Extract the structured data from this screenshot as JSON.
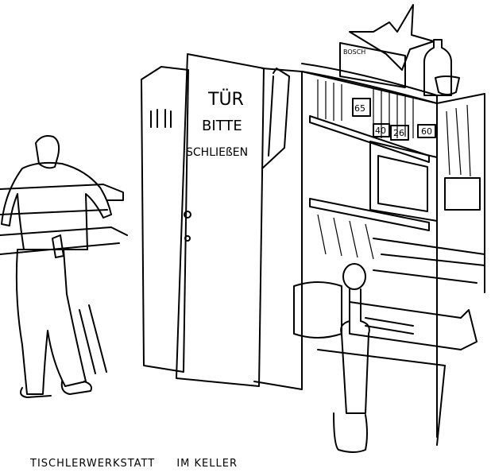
{
  "door_sign": {
    "line1": "TÜR",
    "line2": "BITTE",
    "line3": "SCHLIEßEN"
  },
  "box_labels": {
    "brand": "BOSCH",
    "box1": "65",
    "box2": "40",
    "box3": "26",
    "box4": "60"
  },
  "caption": {
    "part1": "TISCHLERWERKSTATT",
    "part2": "IM KELLER"
  }
}
